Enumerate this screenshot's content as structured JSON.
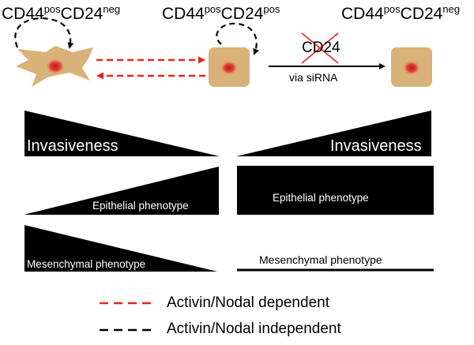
{
  "headers": {
    "left": {
      "base": "CD44",
      "sup1": "pos",
      "mid": "CD24",
      "sup2": "neg"
    },
    "center": {
      "base": "CD44",
      "sup1": "pos",
      "mid": "CD24",
      "sup2": "pos"
    },
    "right": {
      "base": "CD44",
      "sup1": "pos",
      "mid": "CD24",
      "sup2": "neg"
    }
  },
  "knockdown": {
    "crossed_label": "CD24",
    "method_label": "via siRNA"
  },
  "wedges": {
    "invasiveness_left": "Invasiveness",
    "invasiveness_right": "Invasiveness",
    "epithelial_left": "Epithelial phenotype",
    "epithelial_right": "Epithelial phenotype",
    "mesenchymal_left": "Mesenchymal phenotype",
    "mesenchymal_right": "Mesenchymal phenotype"
  },
  "legend": [
    {
      "label": "Activin/Nodal dependent",
      "color": "#e8231f"
    },
    {
      "label": "Activin/Nodal independent",
      "color": "#000000"
    }
  ],
  "colors": {
    "cell_body": "#d9b27a",
    "nucleus_core": "#c0141a",
    "red_arrow": "#e8231f",
    "cross": "#e8231f"
  }
}
